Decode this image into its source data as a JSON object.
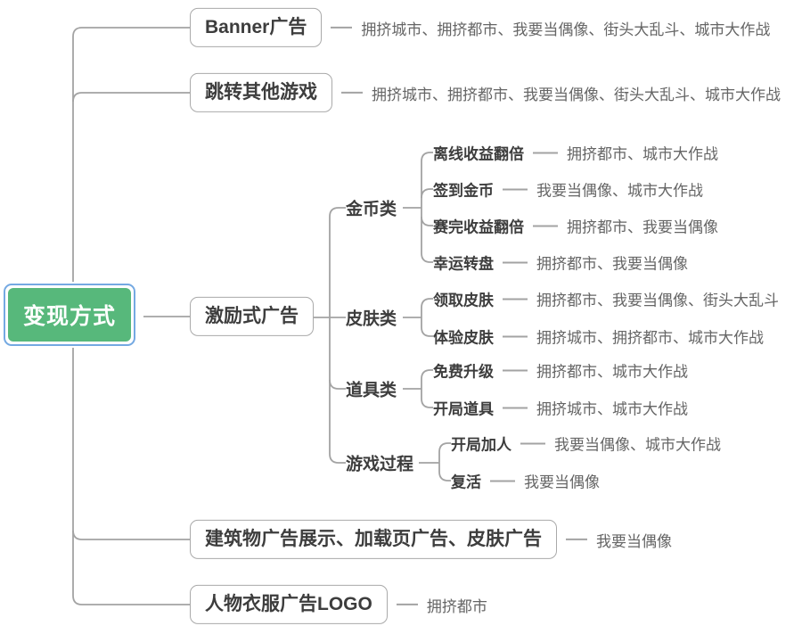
{
  "root": {
    "label": "变现方式"
  },
  "branches": [
    {
      "label": "Banner广告",
      "games": "拥挤城市、拥挤都市、我要当偶像、街头大乱斗、城市大作战"
    },
    {
      "label": "跳转其他游戏",
      "games": "拥挤城市、拥挤都市、我要当偶像、街头大乱斗、城市大作战"
    },
    {
      "label": "激励式广告",
      "categories": [
        {
          "label": "金币类",
          "items": [
            {
              "label": "离线收益翻倍",
              "games": "拥挤都市、城市大作战"
            },
            {
              "label": "签到金币",
              "games": "我要当偶像、城市大作战"
            },
            {
              "label": "赛完收益翻倍",
              "games": "拥挤都市、我要当偶像"
            },
            {
              "label": "幸运转盘",
              "games": "拥挤都市、我要当偶像"
            }
          ]
        },
        {
          "label": "皮肤类",
          "items": [
            {
              "label": "领取皮肤",
              "games": "拥挤都市、我要当偶像、街头大乱斗"
            },
            {
              "label": "体验皮肤",
              "games": "拥挤城市、拥挤都市、城市大作战"
            }
          ]
        },
        {
          "label": "道具类",
          "items": [
            {
              "label": "免费升级",
              "games": "拥挤都市、城市大作战"
            },
            {
              "label": "开局道具",
              "games": "拥挤城市、城市大作战"
            }
          ]
        },
        {
          "label": "游戏过程",
          "items": [
            {
              "label": "开局加人",
              "games": "我要当偶像、城市大作战"
            },
            {
              "label": "复活",
              "games": "我要当偶像"
            }
          ]
        }
      ]
    },
    {
      "label": "建筑物广告展示、加载页广告、皮肤广告",
      "games": "我要当偶像"
    },
    {
      "label": "人物衣服广告LOGO",
      "games": "拥挤都市"
    }
  ],
  "colors": {
    "root_fill": "#57b87b",
    "selection_border": "#74a9e2",
    "connector_line": "#a3a3a3",
    "box_border": "#a9a9a9",
    "label_text": "#3d3d3d",
    "games_text": "#666666"
  }
}
